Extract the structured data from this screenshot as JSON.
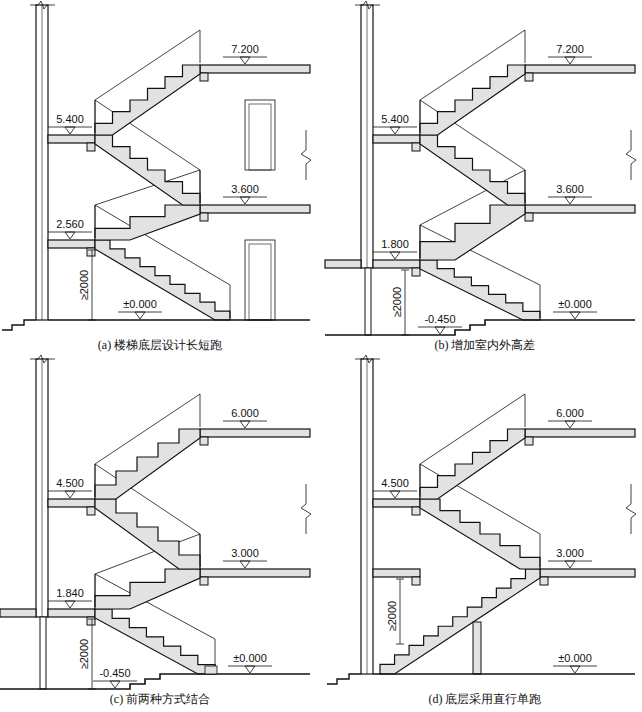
{
  "diagram": {
    "labels": [
      "7.200",
      "5.400",
      "3.600",
      "2.560",
      "≥2000",
      "±0.000",
      "(a) 楼梯底层设计长短跑",
      "7.200",
      "5.400",
      "3.600",
      "1.800",
      "≥2000",
      "-0.450",
      "±0.000",
      "(b) 增加室内外高差",
      "6.000",
      "4.500",
      "3.000",
      "1.840",
      "≥2000",
      "-0.450",
      "±0.000",
      "(c) 前两种方式结合",
      "6.000",
      "4.500",
      "3.000",
      "≥2000",
      "±0.000",
      "(d) 底层采用直行单跑"
    ]
  }
}
